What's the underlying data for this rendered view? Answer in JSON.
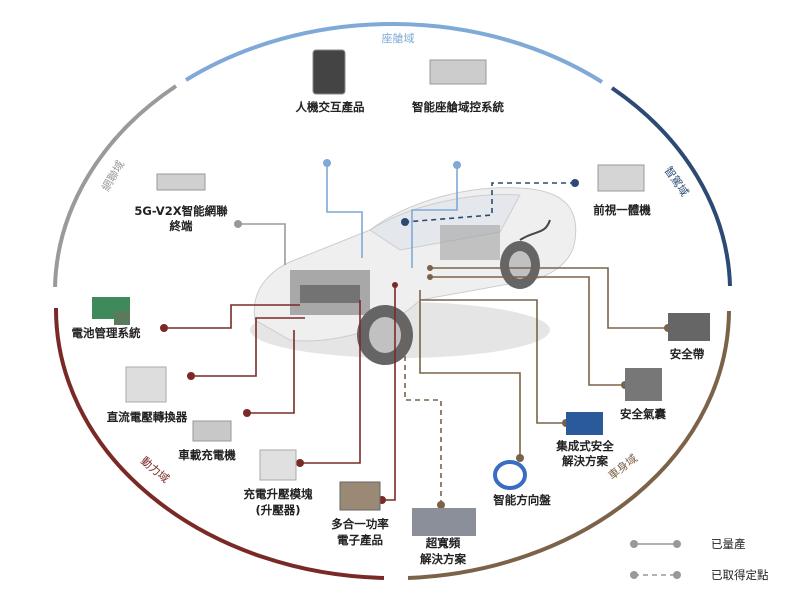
{
  "colors": {
    "cockpit": "#7fa9d6",
    "adas": "#2c4a74",
    "connectivity": "#9a9a9a",
    "powertrain": "#7a2a26",
    "body": "#7b6248"
  },
  "domains": {
    "cockpit": "座艙域",
    "adas": "智駕域",
    "connectivity": "網聯域",
    "powertrain": "動力域",
    "body": "車身域"
  },
  "products": {
    "hmi": "人機交互產品",
    "cockpit_controller": "智能座艙域控系統",
    "front_camera": "前視一體機",
    "v2x_line1": "5G-V2X智能網聯",
    "v2x_line2": "終端",
    "bms": "電池管理系統",
    "dcdc": "直流電壓轉換器",
    "obc": "車載充電機",
    "booster_line1": "充電升壓模塊",
    "booster_line2": "(升壓器)",
    "power_line1": "多合一功率",
    "power_line2": "電子產品",
    "uwb_line1": "超寬頻",
    "uwb_line2": "解決方案",
    "steering": "智能方向盤",
    "integrated_line1": "集成式安全",
    "integrated_line2": "解決方案",
    "airbag": "安全氣囊",
    "seatbelt": "安全帶"
  },
  "legend": {
    "mass_production": "已量產",
    "nominated": "已取得定點"
  }
}
